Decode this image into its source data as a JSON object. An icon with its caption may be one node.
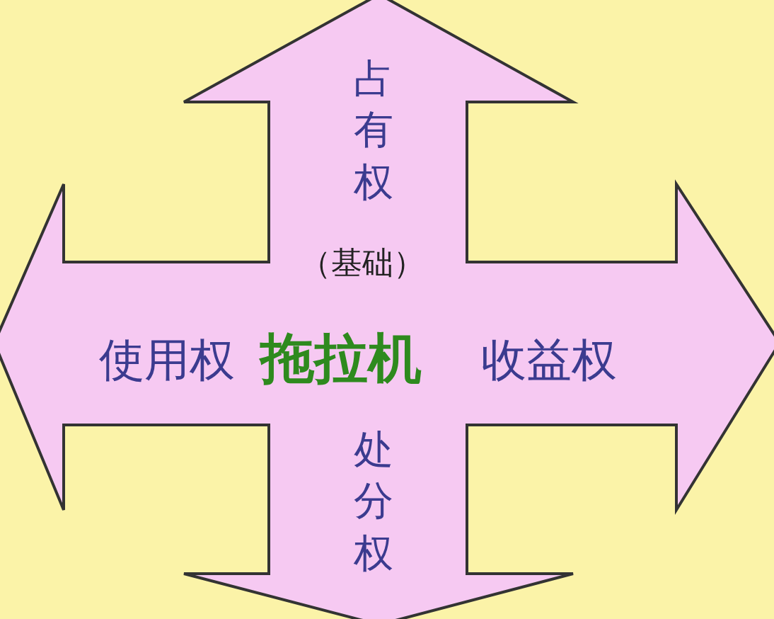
{
  "diagram": {
    "nodes": [
      {
        "text": [
          "占有权",
          "（基础）",
          "使用权",
          "拖拉机",
          "收益权",
          "处分权"
        ]
      }
    ]
  }
}
